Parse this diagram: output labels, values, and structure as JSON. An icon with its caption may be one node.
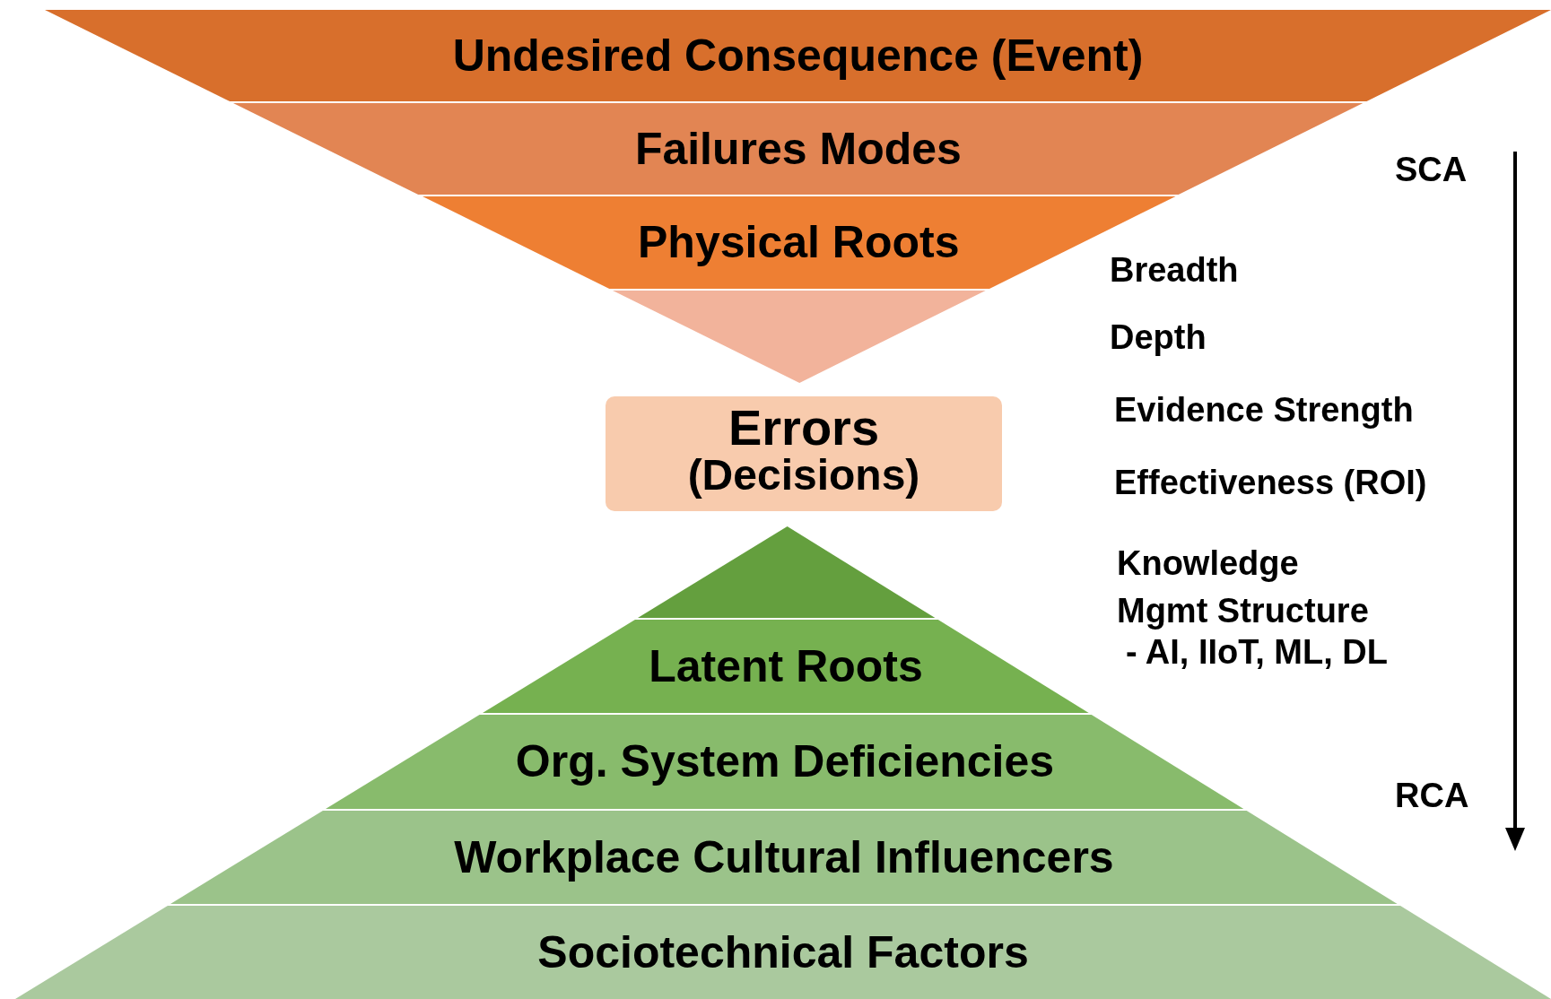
{
  "diagram": {
    "nodes": [
      {
        "text": [
          "Undesired Consequence (Event)"
        ]
      },
      {
        "text": [
          "Failures Modes"
        ]
      },
      {
        "text": [
          "Physical Roots"
        ]
      },
      {
        "text": [],
        "shape": "triangle"
      },
      {
        "text": [
          "Errors",
          "(Decisions)"
        ]
      },
      {
        "text": [],
        "shape": "triangle"
      },
      {
        "text": [
          "Latent Roots"
        ]
      },
      {
        "text": [
          "Org. System Deficiencies"
        ]
      },
      {
        "text": [
          "Workplace Cultural Influencers"
        ]
      },
      {
        "text": [
          "Sociotechnical Factors"
        ]
      }
    ],
    "edges": [],
    "labels": [
      "SCA",
      "Breadth",
      "Depth",
      "Evidence Strength",
      "Effectiveness (ROI)",
      "Knowledge Mgmt Structure",
      "- AI, IIoT, ML, DL",
      "RCA"
    ]
  }
}
